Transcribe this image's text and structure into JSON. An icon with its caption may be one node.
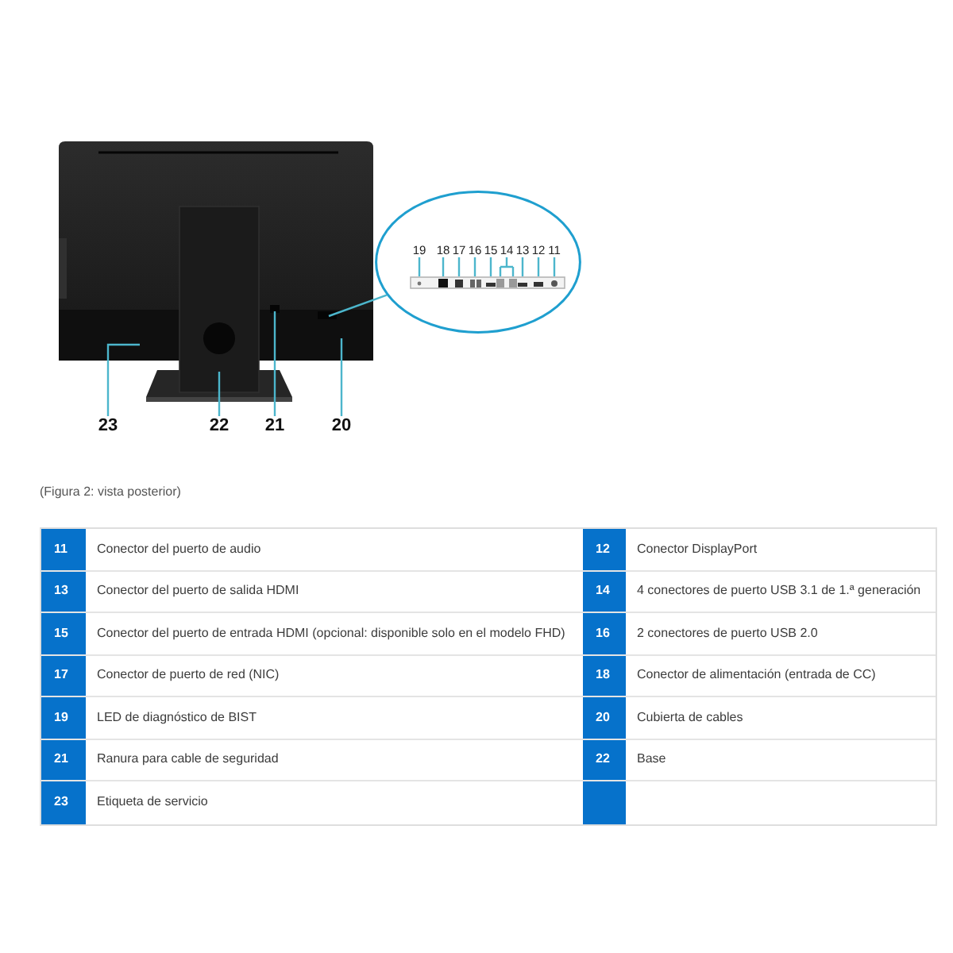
{
  "diagram": {
    "caption": "(Figura 2: vista posterior)",
    "nodes": [
      {
        "text": [],
        "shape": "picture"
      },
      {
        "text": [],
        "shape": "circle"
      },
      {
        "text": [
          "19"
        ],
        "in": 1
      },
      {
        "text": [
          "18"
        ],
        "in": 1
      },
      {
        "text": [
          "17"
        ],
        "in": 1
      },
      {
        "text": [
          "16"
        ],
        "in": 1
      },
      {
        "text": [
          "15"
        ],
        "in": 1
      },
      {
        "text": [
          "14"
        ],
        "in": 1
      },
      {
        "text": [
          "13"
        ],
        "in": 1
      },
      {
        "text": [
          "12"
        ],
        "in": 1
      },
      {
        "text": [
          "11"
        ],
        "in": 1
      },
      {
        "text": [],
        "shape": "picture",
        "in": 1
      },
      {
        "text": [
          "23"
        ]
      },
      {
        "text": [
          "22"
        ]
      },
      {
        "text": [
          "21"
        ]
      },
      {
        "text": [
          "20"
        ]
      }
    ],
    "edges": [
      {
        "from": 0,
        "to": 1,
        "arrow": "none"
      },
      {
        "from": 2,
        "to": 11,
        "arrow": "none"
      },
      {
        "from": 3,
        "to": 11,
        "arrow": "none"
      },
      {
        "from": 4,
        "to": 11,
        "arrow": "none"
      },
      {
        "from": 5,
        "to": 11,
        "arrow": "none"
      },
      {
        "from": 6,
        "to": 11,
        "arrow": "none"
      },
      {
        "from": 7,
        "to": 11,
        "arrow": "none"
      },
      {
        "from": 8,
        "to": 11,
        "arrow": "none"
      },
      {
        "from": 9,
        "to": 11,
        "arrow": "none"
      },
      {
        "from": 10,
        "to": 11,
        "arrow": "none"
      },
      {
        "from": 12,
        "to": 0,
        "arrow": "none"
      },
      {
        "from": 13,
        "to": 0,
        "arrow": "none"
      },
      {
        "from": 14,
        "to": 0,
        "arrow": "none"
      },
      {
        "from": 15,
        "to": 0,
        "arrow": "none"
      }
    ],
    "labels": [
      "11",
      "Conector del puerto de audio",
      "12",
      "Conector DisplayPort",
      "13",
      "Conector del puerto de salida HDMI",
      "14",
      "4 conectores de puerto USB 3.1 de 1.ª generación",
      "15",
      "Conector del puerto de entrada HDMI (opcional: disponible solo en el modelo FHD)",
      "16",
      "2 conectores de puerto USB 2.0",
      "17",
      "Conector de puerto de red (NIC)",
      "18",
      "Conector de alimentación (entrada de CC)",
      "19",
      "LED de diagnóstico de BIST",
      "20",
      "Cubierta de cables",
      "21",
      "Ranura para cable de seguridad",
      "22",
      "Base",
      "23",
      "Etiqueta de servicio"
    ]
  }
}
